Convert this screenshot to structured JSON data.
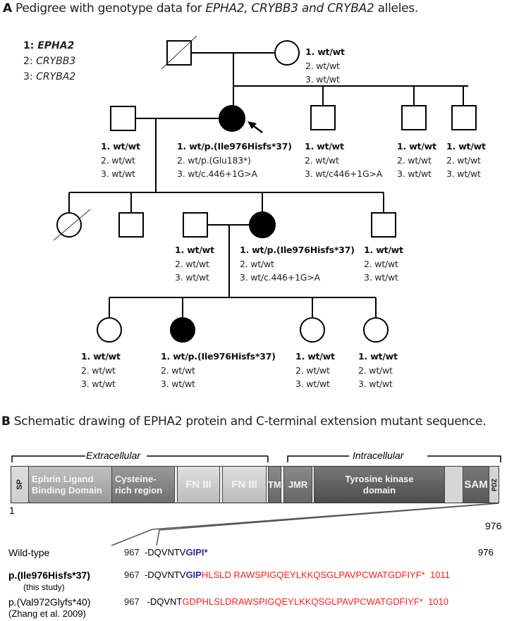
{
  "panel_a": {
    "letter": "A",
    "title_pre": "Pedigree with genotype data for ",
    "title_genes": "EPHA2, CRYBB3 and CRYBA2",
    "title_post": " alleles.",
    "legend": [
      {
        "num": "1:",
        "gene": "EPHA2"
      },
      {
        "num": "2:",
        "gene": "CRYBB3"
      },
      {
        "num": "3:",
        "gene": "CRYBA2"
      }
    ],
    "individuals": {
      "gen1_mother": [
        "1. wt/wt",
        "2. wt/wt",
        "3. wt/wt"
      ],
      "gen2_husband": [
        "1. wt/wt",
        "2. wt/wt",
        "3. wt/wt"
      ],
      "gen2_proband": [
        "1. wt/p.(Ile976Hisfs*37)",
        "2. wt/p.(Glu183*)",
        "3. wt/c.446+1G>A"
      ],
      "gen2_brother1": [
        "1. wt/wt",
        "2. wt/wt",
        "3. wt/c446+1G>A"
      ],
      "gen2_brother2": [
        "1. wt/wt",
        "2. wt/wt",
        "3. wt/wt"
      ],
      "gen2_brother3": [
        "1. wt/wt",
        "2. wt/wt",
        "3. wt/wt"
      ],
      "gen3_husband": [
        "1. wt/wt",
        "2. wt/wt",
        "3. wt/wt"
      ],
      "gen3_affected": [
        "1. wt/p.(Ile976Hisfs*37)",
        "2. wt/wt",
        "3. wt/c.446+1G>A"
      ],
      "gen3_son": [
        "1. wt/wt",
        "2. wt/wt",
        "3. wt/wt"
      ],
      "gen4_daughter1": [
        "1. wt/wt",
        "2. wt/wt",
        "3. wt/wt"
      ],
      "gen4_affected": [
        "1. wt/p.(Ile976Hisfs*37)",
        "2. wt/wt",
        "3. wt/wt"
      ],
      "gen4_daughter3": [
        "1. wt/wt",
        "2. wt/wt",
        "3. wt/wt"
      ],
      "gen4_daughter4": [
        "1. wt/wt",
        "2. wt/wt",
        "3. wt/wt"
      ]
    }
  },
  "panel_b": {
    "letter": "B",
    "title": "Schematic drawing of EPHA2 protein and C-terminal extension mutant sequence.",
    "region_extracellular": "Extracellular",
    "region_intracellular": "Intracellular",
    "domains": {
      "sp": "SP",
      "ephrin_1": "Ephrin Ligand",
      "ephrin_2": "Binding Domain",
      "cys_1": "Cysteine-",
      "cys_2": "rich region",
      "fn1": "FN III",
      "fn2": "FN III",
      "tm": "TM",
      "jmr": "JMR",
      "tk_1": "Tyrosine kinase",
      "tk_2": "domain",
      "sam": "SAM",
      "pdz": "PDZ"
    },
    "pos_start": "1",
    "pos_end": "976",
    "sequences": {
      "wt": {
        "label": "Wild-type",
        "start": "967",
        "black": "-DQVNTV",
        "blue": "GIPI*",
        "red": "",
        "end": "976"
      },
      "mut1": {
        "label": "p.(Ile976Hisfs*37)",
        "sub": "(this study)",
        "start": "967",
        "black": "-DQVNTV",
        "blue": "GIP",
        "red": "HLSLD RAWSPIGQEYLKKQSGLPAVPCWATGDFIYF*",
        "end": "1011"
      },
      "mut2": {
        "label": "p.(Val972Glyfs*40)",
        "sub": "(Zhang et al. 2009)",
        "start": "967",
        "black": "-DQVNT",
        "blue": "",
        "red": "GDPHLSLDRAWSPIGQEYLKKQSGLPAVPCWATGDFIYF*",
        "end": "1010"
      }
    }
  }
}
